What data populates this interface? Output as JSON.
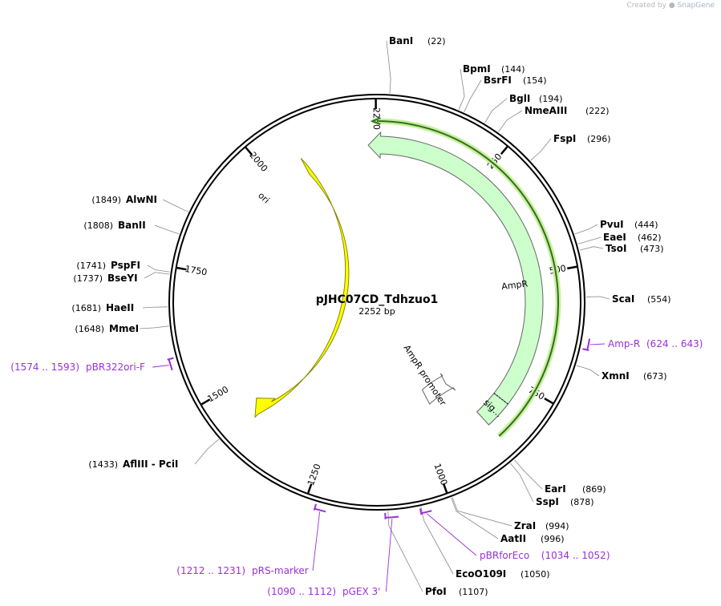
{
  "watermark": {
    "prefix": "Created by",
    "brand": "SnapGene"
  },
  "plasmid": {
    "name": "pJHC07CD_Tdhzuo1",
    "length": 2252,
    "length_label": "2252 bp"
  },
  "ticks": [
    {
      "pos": 250,
      "label": "250"
    },
    {
      "pos": 500,
      "label": "500"
    },
    {
      "pos": 750,
      "label": "750"
    },
    {
      "pos": 1000,
      "label": "1000"
    },
    {
      "pos": 1250,
      "label": "1250"
    },
    {
      "pos": 1500,
      "label": "1500"
    },
    {
      "pos": 1750,
      "label": "1750"
    },
    {
      "pos": 2000,
      "label": "2000"
    },
    {
      "pos": 2250,
      "label": "2250"
    }
  ],
  "features": [
    {
      "id": "ori",
      "label": "ori",
      "color": "#ffff00",
      "stroke": "#888800"
    },
    {
      "id": "ampr",
      "label": "AmpR",
      "color": "#ccffcc",
      "stroke": "#666666"
    },
    {
      "id": "sig",
      "label": "sig…",
      "color": "#ccffcc",
      "stroke": "#666666"
    },
    {
      "id": "ampr-promoter",
      "label": "AmpR promoter",
      "color": "#ffffff",
      "stroke": "#666666"
    }
  ],
  "orf": {
    "color": "#2f6f1f",
    "glow": "#c8ef9c"
  },
  "sites": [
    {
      "name": "BanI",
      "pos_label": "(22)",
      "pos": 22
    },
    {
      "name": "BpmI",
      "pos_label": "(144)",
      "pos": 144
    },
    {
      "name": "BsrFI",
      "pos_label": "(154)",
      "pos": 154
    },
    {
      "name": "BglI",
      "pos_label": "(194)",
      "pos": 194
    },
    {
      "name": "NmeAIII",
      "pos_label": "(222)",
      "pos": 222
    },
    {
      "name": "FspI",
      "pos_label": "(296)",
      "pos": 296
    },
    {
      "name": "PvuI",
      "pos_label": "(444)",
      "pos": 444
    },
    {
      "name": "EaeI",
      "pos_label": "(462)",
      "pos": 462
    },
    {
      "name": "TsoI",
      "pos_label": "(473)",
      "pos": 473
    },
    {
      "name": "ScaI",
      "pos_label": "(554)",
      "pos": 554
    },
    {
      "name": "XmnI",
      "pos_label": "(673)",
      "pos": 673
    },
    {
      "name": "EarI",
      "pos_label": "(869)",
      "pos": 869
    },
    {
      "name": "SspI",
      "pos_label": "(878)",
      "pos": 878
    },
    {
      "name": "ZraI",
      "pos_label": "(994)",
      "pos": 994
    },
    {
      "name": "AatII",
      "pos_label": "(996)",
      "pos": 996
    },
    {
      "name": "EcoO109I",
      "pos_label": "(1050)",
      "pos": 1050
    },
    {
      "name": "PfoI",
      "pos_label": "(1107)",
      "pos": 1107
    },
    {
      "name": "AflIII  - PciI",
      "pos_label": "(1433)",
      "pos": 1433
    },
    {
      "name": "MmeI",
      "pos_label": "(1648)",
      "pos": 1648
    },
    {
      "name": "HaeII",
      "pos_label": "(1681)",
      "pos": 1681
    },
    {
      "name": "BseYI",
      "pos_label": "(1737)",
      "pos": 1737
    },
    {
      "name": "PspFI",
      "pos_label": "(1741)",
      "pos": 1741
    },
    {
      "name": "BanII",
      "pos_label": "(1808)",
      "pos": 1808
    },
    {
      "name": "AlwNI",
      "pos_label": "(1849)",
      "pos": 1849
    }
  ],
  "primers": [
    {
      "name": "Amp-R",
      "range": "(624 .. 643)",
      "start": 624,
      "end": 643
    },
    {
      "name": "pBRforEco",
      "range": "(1034 .. 1052)",
      "start": 1034,
      "end": 1052
    },
    {
      "name": "pGEX 3'",
      "range": "(1090 .. 1112)",
      "start": 1090,
      "end": 1112
    },
    {
      "name": "pRS-marker",
      "range": "(1212 .. 1231)",
      "start": 1212,
      "end": 1231
    },
    {
      "name": "pBR322ori-F",
      "range": "(1574 .. 1593)",
      "start": 1574,
      "end": 1593
    }
  ]
}
